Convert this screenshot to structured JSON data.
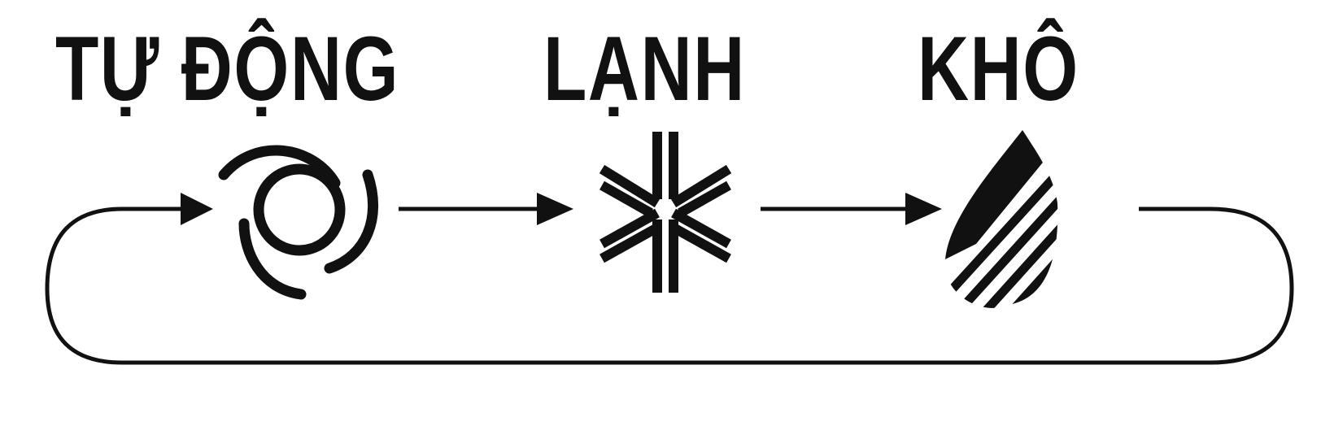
{
  "modes": [
    {
      "id": "auto",
      "label": "TỰ ĐỘNG",
      "icon": "auto-cycle-icon"
    },
    {
      "id": "cool",
      "label": "LẠNH",
      "icon": "snowflake-icon"
    },
    {
      "id": "dry",
      "label": "KHÔ",
      "icon": "water-drop-icon"
    }
  ],
  "colors": {
    "ink": "#111111",
    "background": "#ffffff"
  }
}
